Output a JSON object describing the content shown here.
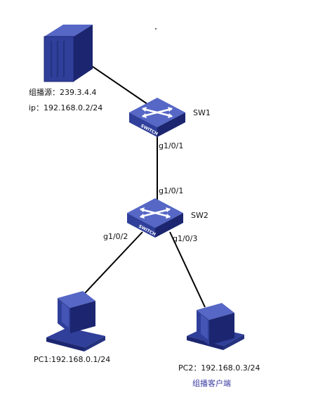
{
  "source": {
    "group_label": "组播源：239.3.4.4",
    "ip_label": "ip：192.168.0.2/24"
  },
  "sw1": {
    "name": "SW1",
    "badge": "SWITCH",
    "port_down": "g1/0/1"
  },
  "sw2": {
    "name": "SW2",
    "badge": "SWITCH",
    "port_up": "g1/0/1",
    "port_left": "g1/0/2",
    "port_right": "g1/0/3"
  },
  "pc1": {
    "label": "PC1:192.168.0.1/24"
  },
  "pc2": {
    "label": "PC2：192.168.0.3/24",
    "role": "组播客户端"
  },
  "colors": {
    "device_blue": "#2f3f9a",
    "device_dark": "#1c2670",
    "device_light": "#5667c6",
    "link": "#000000",
    "role_text": "#3a3aa0"
  }
}
